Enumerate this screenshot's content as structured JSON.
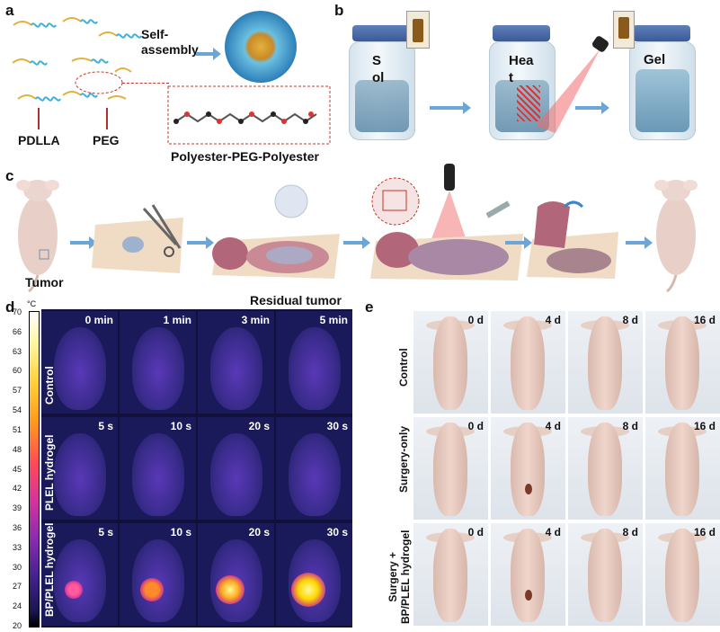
{
  "panels": {
    "a": {
      "letter": "a",
      "self_assembly": "Self-\nassembly",
      "self_assembly_line1": "Self-",
      "self_assembly_line2": "assembly",
      "pdlla": "PDLLA",
      "peg": "PEG",
      "polymer": "Polyester-PEG-Polyester"
    },
    "b": {
      "letter": "b",
      "sol_line1": "S",
      "sol_line2": "ol",
      "heat_line1": "Hea",
      "heat_line2": "t",
      "gel": "Gel"
    },
    "c": {
      "letter": "c",
      "tumor": "Tumor",
      "residual_tumor": "Residual tumor"
    },
    "d": {
      "letter": "d",
      "unit": "°C",
      "scale_ticks": [
        "70",
        "66",
        "63",
        "60",
        "57",
        "54",
        "51",
        "48",
        "45",
        "42",
        "39",
        "36",
        "33",
        "30",
        "27",
        "24",
        "20"
      ],
      "rows": [
        {
          "label": "Control",
          "times": [
            "0 min",
            "1 min",
            "3 min",
            "5 min"
          ],
          "hot": [
            0,
            0,
            0,
            0
          ]
        },
        {
          "label": "PLEL hydrogel",
          "times": [
            "5 s",
            "10 s",
            "20 s",
            "30 s"
          ],
          "hot": [
            0,
            0,
            0,
            0
          ]
        },
        {
          "label": "BP/PLEL hydrogel",
          "times": [
            "5 s",
            "10 s",
            "20 s",
            "30 s"
          ],
          "hot": [
            1,
            2,
            3,
            4
          ]
        }
      ]
    },
    "e": {
      "letter": "e",
      "rows": [
        {
          "label": "Control",
          "days": [
            "0 d",
            "4 d",
            "8 d",
            "16 d"
          ]
        },
        {
          "label": "Surgery-only",
          "days": [
            "0 d",
            "4 d",
            "8 d",
            "16 d"
          ]
        },
        {
          "label_line1": "Surgery +",
          "label_line2": "BP/PLEL hydrogel",
          "days": [
            "0 d",
            "4 d",
            "8 d",
            "16 d"
          ]
        }
      ]
    }
  },
  "colors": {
    "arrow": "#6aa6d8",
    "dashed": "#c0392b",
    "thermal_bg": "#1a1a5a"
  }
}
